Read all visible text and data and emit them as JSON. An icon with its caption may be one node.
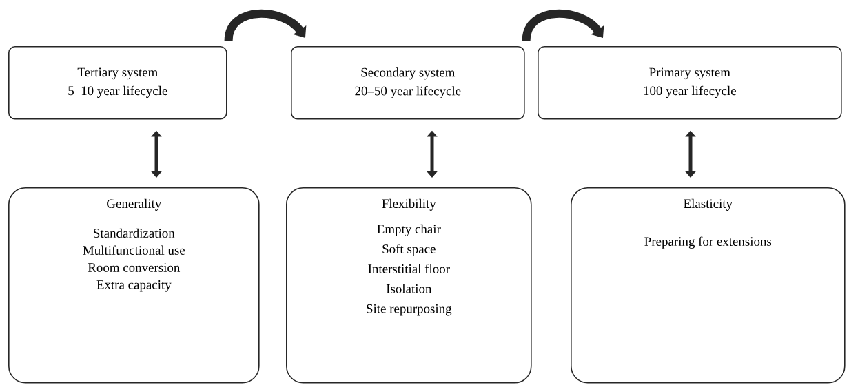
{
  "diagram": {
    "nodes": [
      {
        "text": [
          "Tertiary system",
          "5–10 year lifecycle"
        ]
      },
      {
        "text": [
          "Secondary system",
          "20–50 year lifecycle"
        ]
      },
      {
        "text": [
          "Primary system",
          "100 year lifecycle"
        ]
      },
      {
        "text": [
          "Generality",
          "Standardization",
          "Multifunctional use",
          "Room conversion",
          "Extra capacity"
        ]
      },
      {
        "text": [
          "Flexibility",
          "Empty chair",
          "Soft space",
          "Interstitial floor",
          "Isolation",
          "Site repurposing"
        ]
      },
      {
        "text": [
          "Elasticity",
          "Preparing for extensions"
        ]
      }
    ],
    "edges": [
      {
        "from": 0,
        "to": 1,
        "arrow": "to",
        "style": "thick"
      },
      {
        "from": 1,
        "to": 2,
        "arrow": "to",
        "style": "thick"
      },
      {
        "from": 0,
        "to": 3,
        "arrow": "both"
      },
      {
        "from": 1,
        "to": 4,
        "arrow": "both"
      },
      {
        "from": 2,
        "to": 5,
        "arrow": "both"
      }
    ]
  }
}
